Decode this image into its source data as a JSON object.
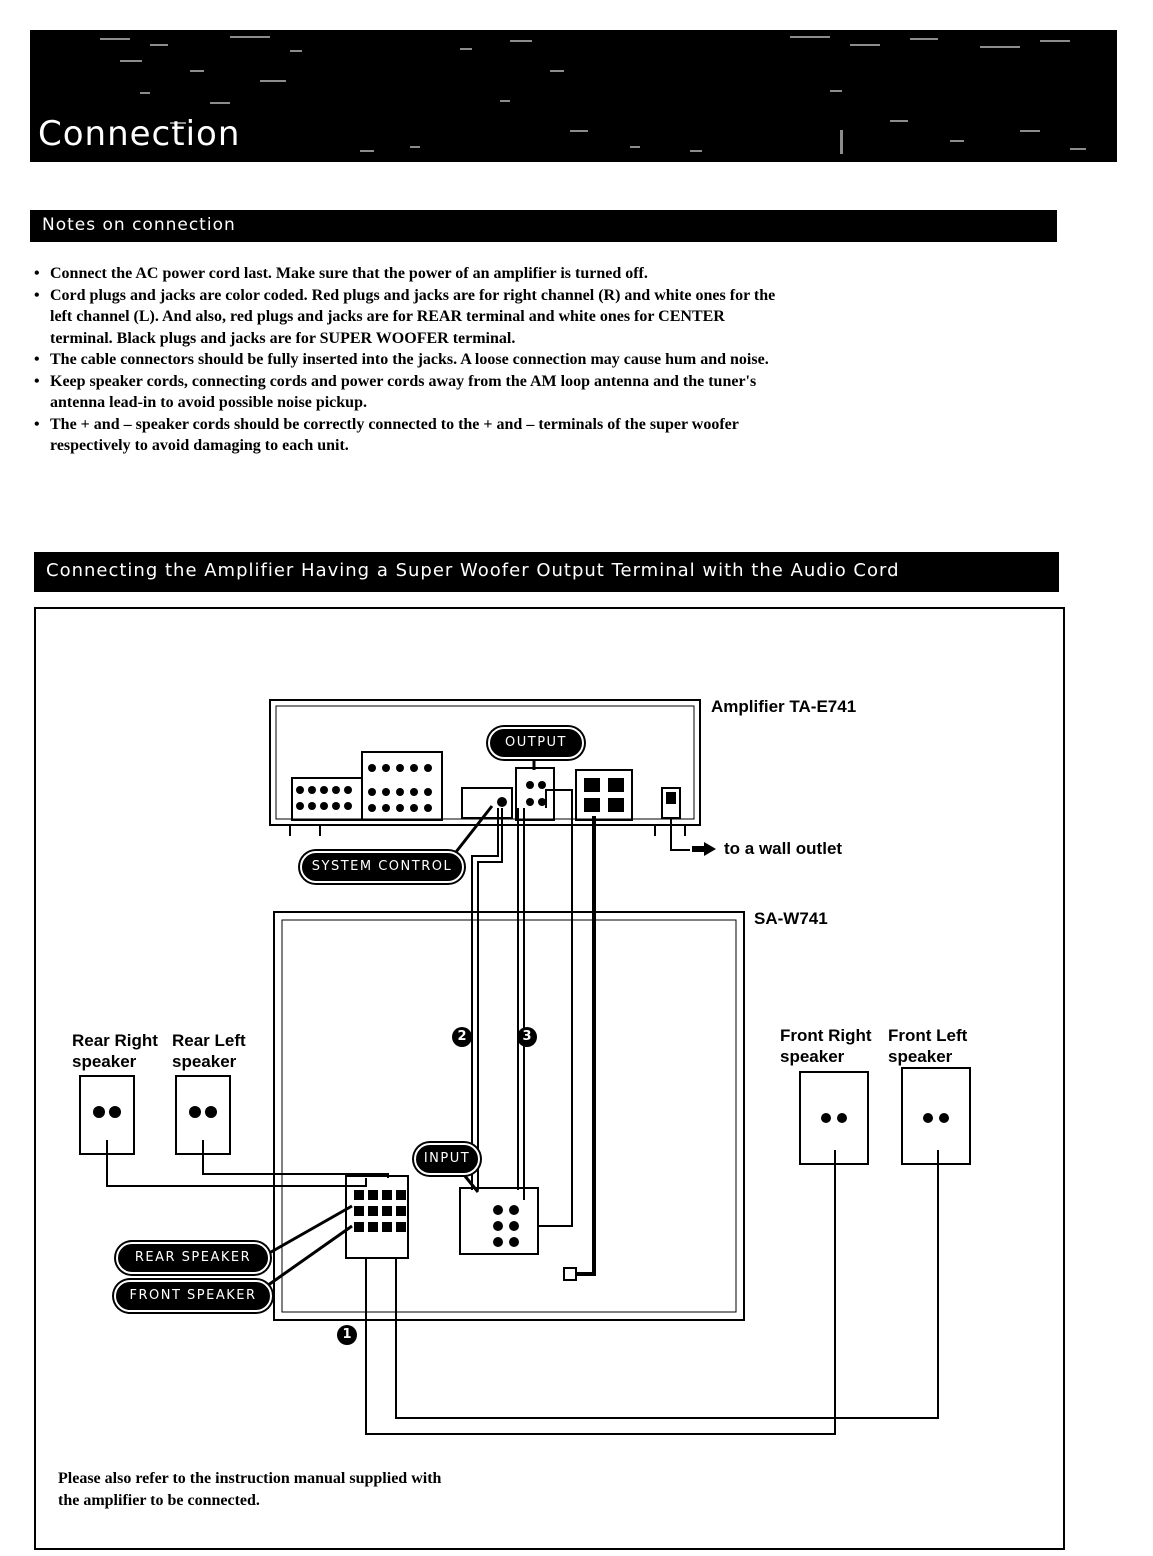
{
  "page": {
    "title": "Connection"
  },
  "notes_section": {
    "heading": "Notes on connection",
    "items": [
      "Connect the AC power cord last. Make sure that the power of an amplifier is turned off.",
      "Cord plugs and jacks are color coded. Red plugs and jacks are for right channel (R) and white ones for the left channel (L). And also, red plugs and jacks are for REAR terminal and white ones for CENTER terminal. Black plugs and jacks are for SUPER WOOFER terminal.",
      "The cable connectors should be fully inserted into the jacks. A loose connection may cause hum and noise.",
      "Keep speaker cords, connecting cords and power cords away from the AM loop antenna and the tuner's antenna lead-in to avoid possible noise pickup.",
      "The + and – speaker cords should be correctly connected to the + and – terminals of the super woofer respectively to avoid damaging to each unit."
    ]
  },
  "diagram_section": {
    "heading": "Connecting the Amplifier Having a Super Woofer Output Terminal with the Audio Cord",
    "labels": {
      "amplifier": "Amplifier TA-E741",
      "wall_outlet": "to a wall outlet",
      "subwoofer": "SA-W741",
      "rear_right_1": "Rear Right",
      "rear_right_2": "speaker",
      "rear_left_1": "Rear Left",
      "rear_left_2": "speaker",
      "front_right_1": "Front Right",
      "front_right_2": "speaker",
      "front_left_1": "Front Left",
      "front_left_2": "speaker"
    },
    "pills": {
      "output": "OUTPUT",
      "system_control": "SYSTEM CONTROL",
      "input": "INPUT",
      "rear_speaker": "REAR SPEAKER",
      "front_speaker": "FRONT SPEAKER"
    },
    "markers": {
      "one": "1",
      "two": "2",
      "three": "3"
    },
    "footnote_line1": "Please also refer to the instruction manual supplied with",
    "footnote_line2": "the amplifier to be connected."
  }
}
